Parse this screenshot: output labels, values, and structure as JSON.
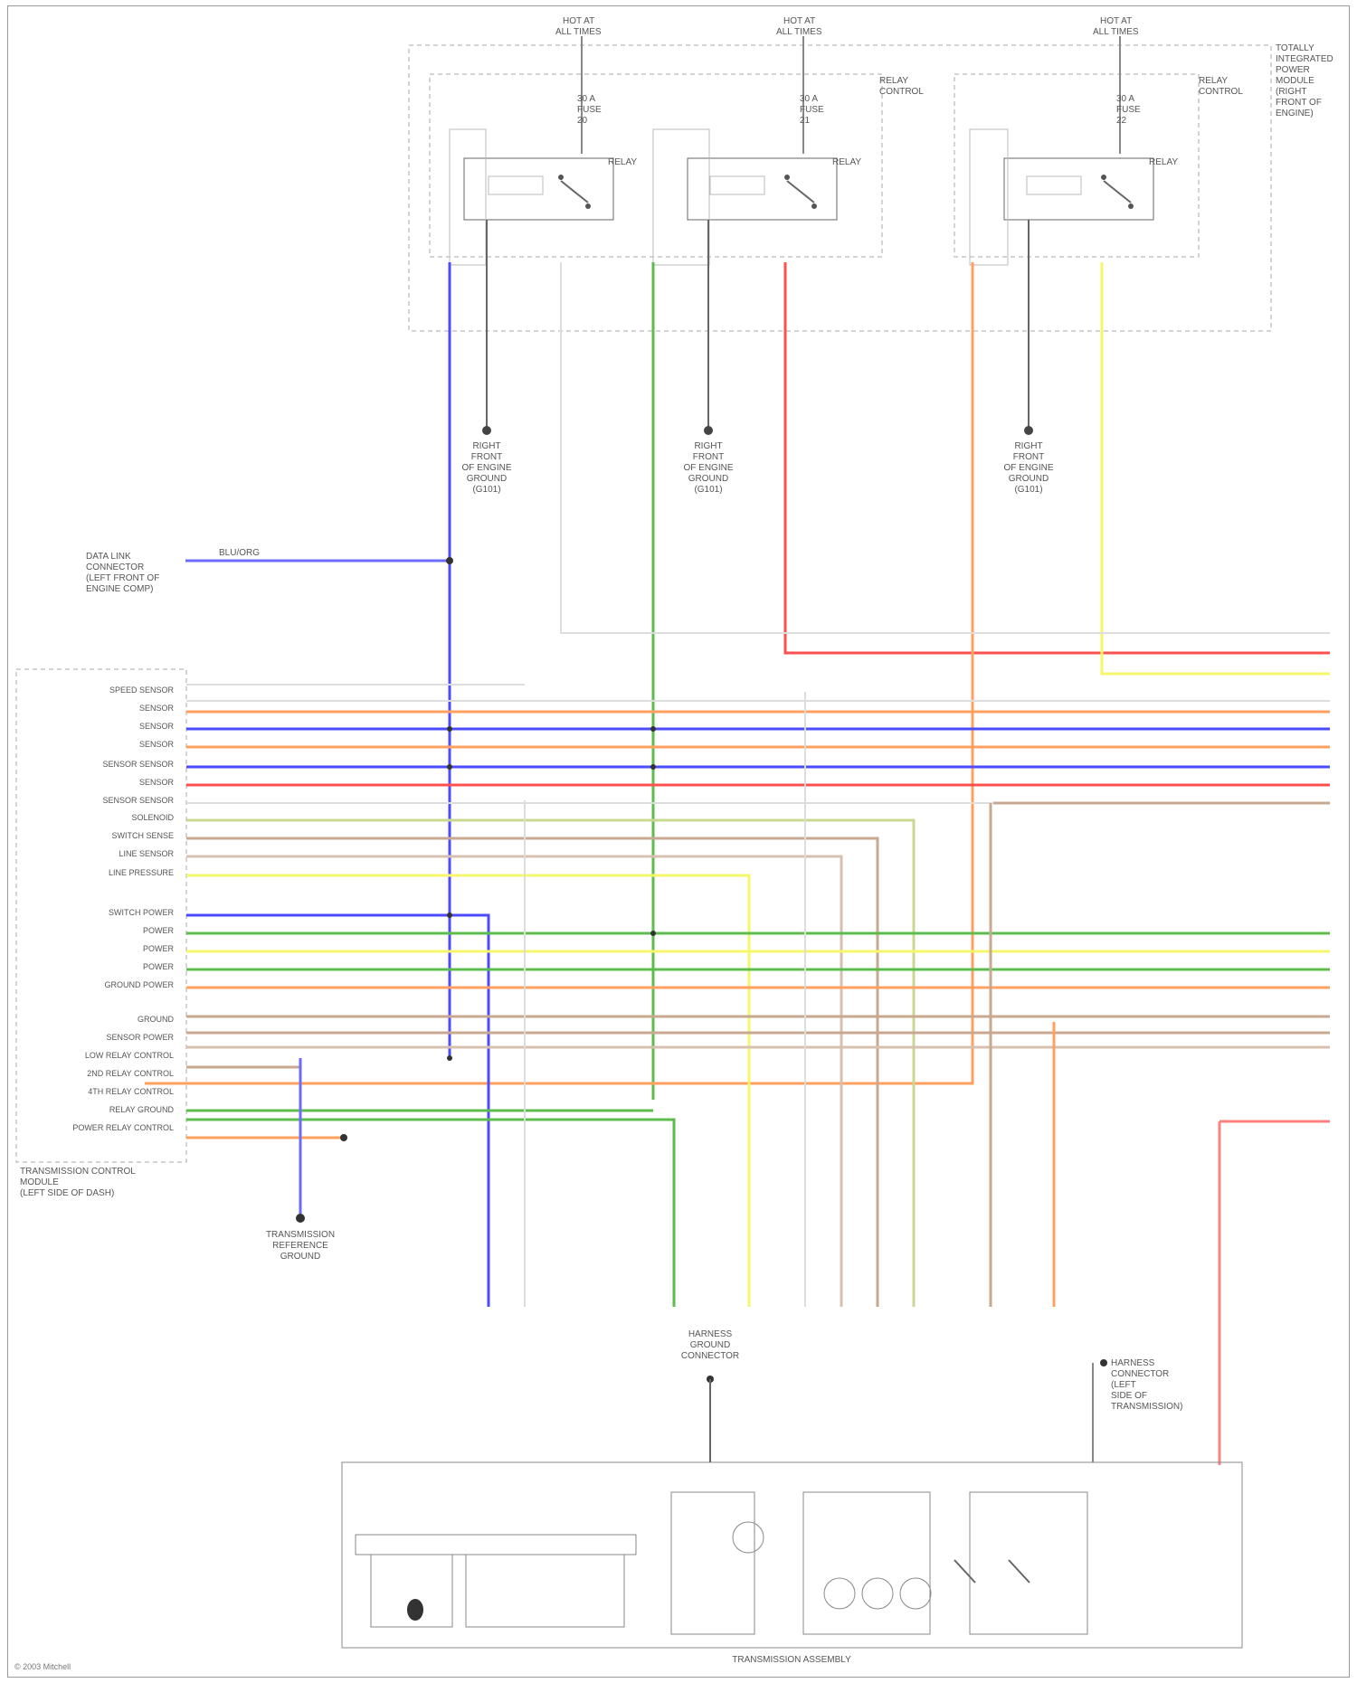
{
  "diagram": {
    "relays": [
      {
        "supply": [
          "HOT AT",
          "ALL TIMES"
        ],
        "fuse": [
          "30 A",
          "FUSE",
          "20"
        ],
        "label": "RELAY"
      },
      {
        "supply": [
          "HOT AT",
          "ALL TIMES"
        ],
        "fuse": [
          "30 A",
          "FUSE",
          "21"
        ],
        "label": "RELAY"
      },
      {
        "supply": [
          "HOT AT",
          "ALL TIMES"
        ],
        "fuse": [
          "30 A",
          "FUSE",
          "22"
        ],
        "label": "RELAY"
      }
    ],
    "module_blocks": [
      {
        "label": [
          "RELAY",
          "CONTROL"
        ]
      },
      {
        "label": [
          "RELAY",
          "CONTROL"
        ]
      }
    ],
    "relay_center_label": [
      "TOTALLY",
      "INTEGRATED",
      "POWER",
      "MODULE",
      "(RIGHT",
      "FRONT OF",
      "ENGINE)"
    ],
    "grounds": [
      {
        "label": [
          "RIGHT",
          "FRONT",
          "OF ENGINE",
          "GROUND",
          "(G101)"
        ]
      },
      {
        "label": [
          "RIGHT",
          "FRONT",
          "OF ENGINE",
          "GROUND",
          "(G101)"
        ]
      },
      {
        "label": [
          "RIGHT",
          "FRONT",
          "OF ENGINE",
          "GROUND",
          "(G101)"
        ]
      }
    ],
    "left_connector": {
      "label": [
        "DATA LINK",
        "CONNECTOR",
        "(LEFT FRONT OF",
        "ENGINE COMP)"
      ],
      "wire": "BLU/ORG"
    },
    "module": {
      "label": [
        "TRANSMISSION CONTROL",
        "MODULE",
        "(LEFT SIDE OF DASH)"
      ],
      "pins_a": [
        "SPEED SENSOR",
        "SENSOR",
        "SENSOR",
        "SENSOR",
        "SENSOR SENSOR",
        "SENSOR",
        "SENSOR SENSOR",
        "SOLENOID",
        "SWITCH SENSE",
        "LINE SENSOR",
        "LINE PRESSURE"
      ],
      "pins_b": [
        "SWITCH POWER",
        "POWER",
        "POWER",
        "POWER",
        "GROUND POWER"
      ],
      "pins_c": [
        "GROUND",
        "SENSOR POWER",
        "LOW RELAY CONTROL",
        "2ND RELAY CONTROL",
        "4TH RELAY CONTROL",
        "RELAY GROUND",
        "POWER RELAY CONTROL"
      ]
    },
    "module_ground": {
      "label": [
        "TRANSMISSION",
        "REFERENCE",
        "GROUND"
      ]
    },
    "harness_ground": {
      "label": [
        "HARNESS",
        "GROUND",
        "CONNECTOR"
      ]
    },
    "bottom_assembly": {
      "label": "TRANSMISSION ASSEMBLY"
    },
    "bottom_note": {
      "label": [
        "HARNESS",
        "CONNECTOR",
        "(LEFT",
        "SIDE OF",
        "TRANSMISSION)"
      ]
    },
    "watermark": "© 2003 Mitchell",
    "wire_colors": {
      "blue": "#4b4bff",
      "green": "#5cbc4c",
      "red": "#ff5050",
      "orange": "#ffa060",
      "yellow": "#f6f66a",
      "tan": "#c8a890",
      "gray": "#8c8c8c",
      "dark": "#555555",
      "light": "#dddddd",
      "olive": "#bbbb88"
    }
  }
}
